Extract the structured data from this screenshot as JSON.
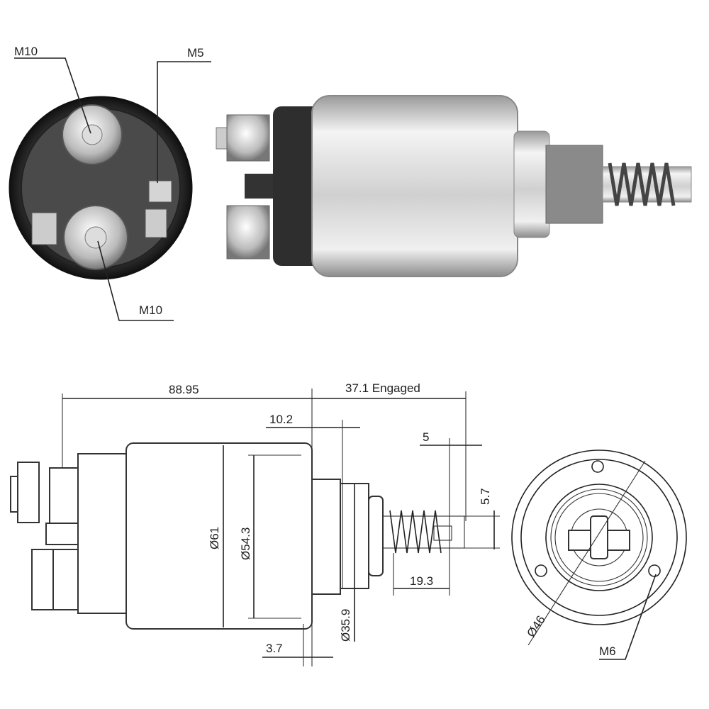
{
  "photo_labels": {
    "top_left_terminal": "M10",
    "small_terminal": "M5",
    "bottom_terminal": "M10"
  },
  "dimensions": {
    "overall_length": "88.95",
    "plunger_travel": "37.1 Engaged",
    "flange_offset": "10.2",
    "plunger_tip": "5",
    "plunger_width": "5.7",
    "body_diameter": "Ø61",
    "inner_diameter": "Ø54.3",
    "nose_diameter": "Ø35.9",
    "spring_length": "19.3",
    "rim_width": "3.7",
    "bolt_circle": "Ø46",
    "mount_thread": "M6"
  },
  "colors": {
    "line": "#222222",
    "body_dark": "#2b2b2b",
    "metal_light": "#e6e6e6",
    "metal_mid": "#b9b9b9"
  }
}
